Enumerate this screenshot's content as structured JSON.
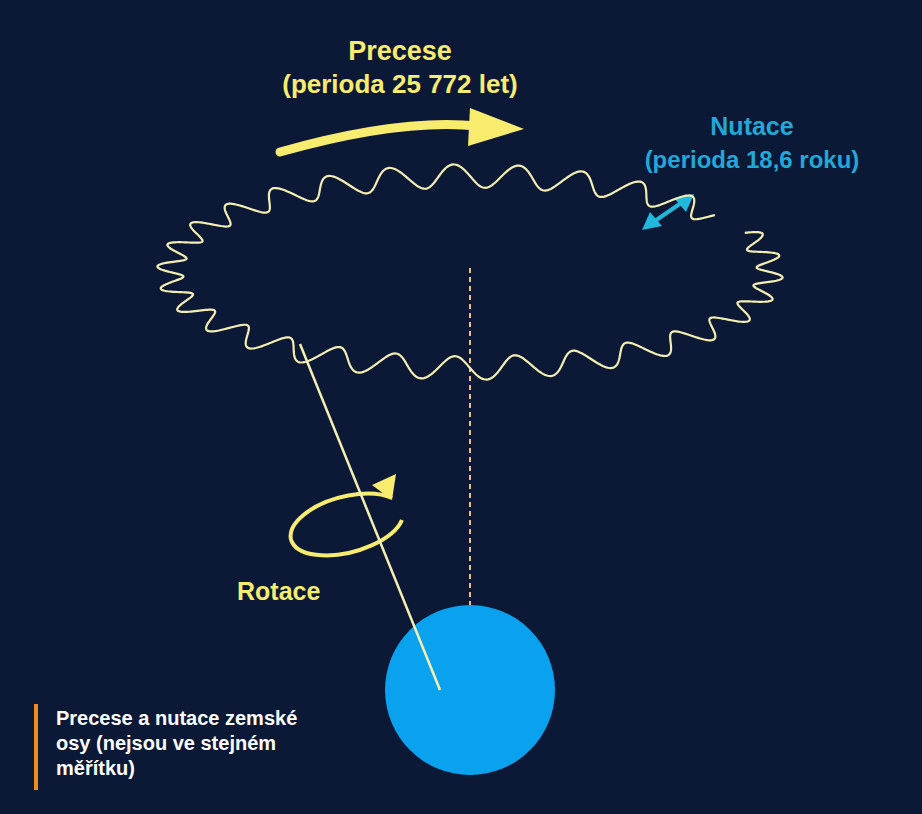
{
  "diagram": {
    "caption": "Precese a nutace zemské osy (nejsou ve stejném měřítku)",
    "labels": [
      "Precese",
      "(perioda 25 772 let)",
      "Nutace",
      "(perioda 18,6 roku)",
      "Rotace"
    ]
  }
}
